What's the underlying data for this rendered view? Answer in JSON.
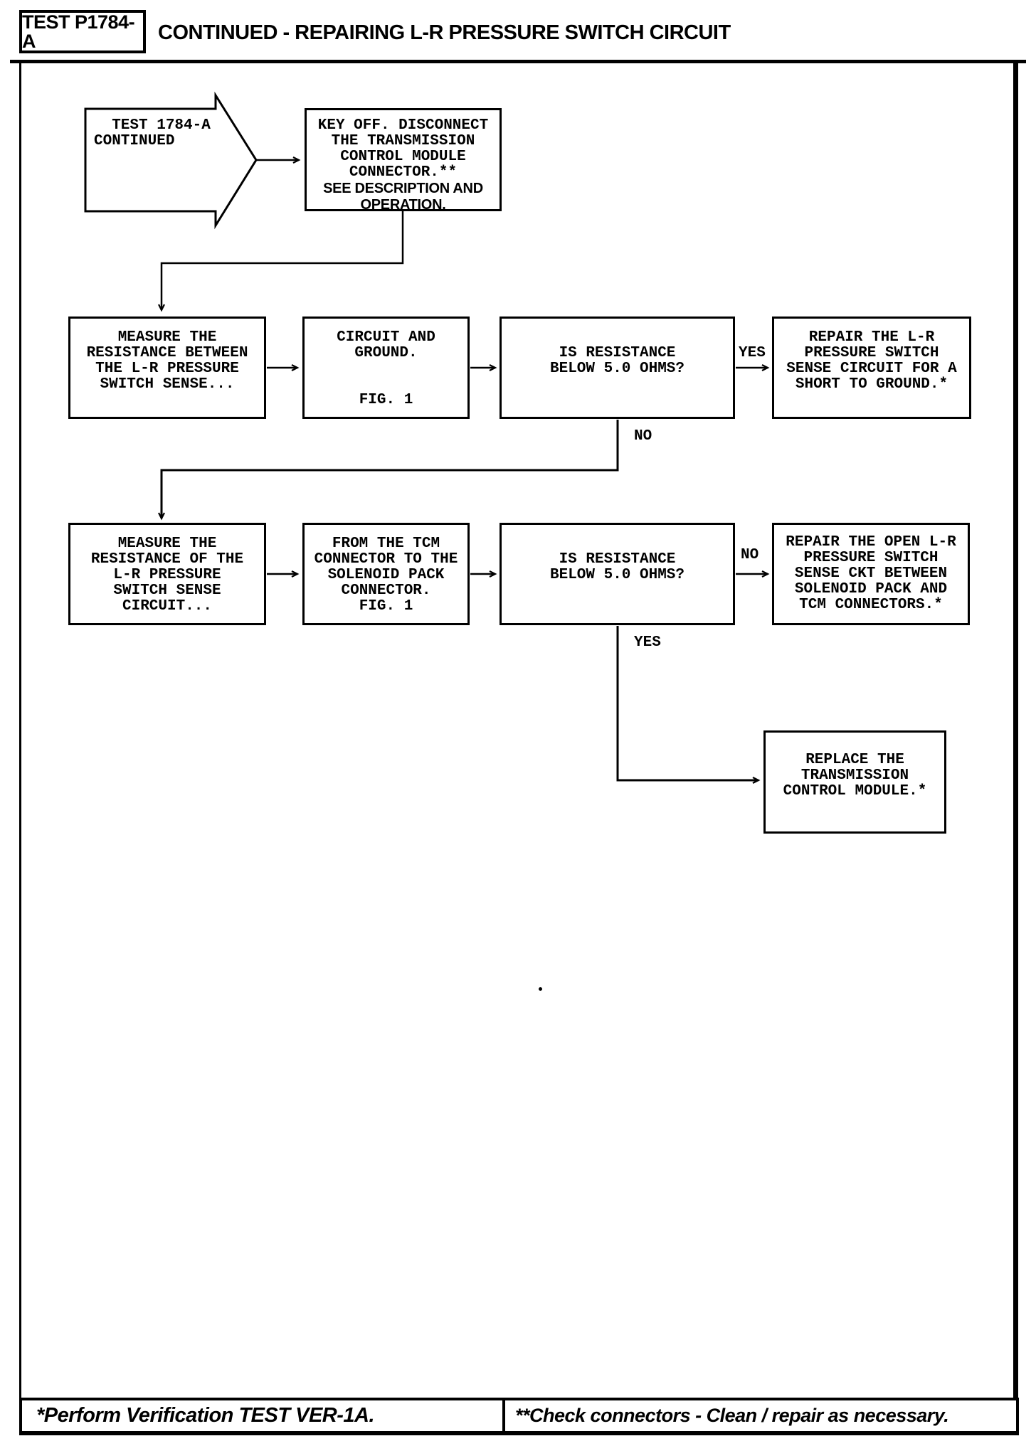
{
  "header": {
    "test_id": "TEST P1784-A",
    "title": "CONTINUED - REPAIRING L-R PRESSURE SWITCH CIRCUIT"
  },
  "flowchart": {
    "start": {
      "text": "  TEST 1784-A\nCONTINUED"
    },
    "boxes": {
      "key_off": {
        "text": "KEY OFF. DISCONNECT\nTHE TRANSMISSION\nCONTROL MODULE\nCONNECTOR.**",
        "note": "SEE DESCRIPTION AND\nOPERATION."
      },
      "measure_between": {
        "text": "MEASURE THE\nRESISTANCE BETWEEN\nTHE L-R PRESSURE\nSWITCH SENSE..."
      },
      "circuit_ground": {
        "text": "CIRCUIT AND\nGROUND.\n\n\nFIG. 1"
      },
      "is_resistance_1": {
        "text": "IS RESISTANCE\nBELOW 5.0 OHMS?"
      },
      "repair_short": {
        "text": "REPAIR THE L-R\nPRESSURE SWITCH\nSENSE CIRCUIT FOR A\nSHORT TO GROUND.*"
      },
      "measure_of": {
        "text": "MEASURE THE\nRESISTANCE OF THE\nL-R PRESSURE\nSWITCH SENSE\nCIRCUIT..."
      },
      "from_tcm": {
        "text": "FROM THE TCM\nCONNECTOR TO THE\nSOLENOID PACK\nCONNECTOR.\nFIG. 1"
      },
      "is_resistance_2": {
        "text": "IS RESISTANCE\nBELOW 5.0 OHMS?"
      },
      "repair_open": {
        "text": "REPAIR THE OPEN L-R\nPRESSURE SWITCH\nSENSE CKT BETWEEN\nSOLENOID PACK AND\nTCM CONNECTORS.*"
      },
      "replace_tcm": {
        "text": "REPLACE THE\nTRANSMISSION\nCONTROL MODULE.*"
      }
    },
    "labels": {
      "yes1": "YES",
      "no1": "NO",
      "no2": "NO",
      "yes2": "YES"
    }
  },
  "footer": {
    "left": "*Perform Verification TEST VER-1A.",
    "right": "**Check connectors - Clean / repair as necessary."
  },
  "colors": {
    "ink": "#000000",
    "paper": "#ffffff"
  }
}
